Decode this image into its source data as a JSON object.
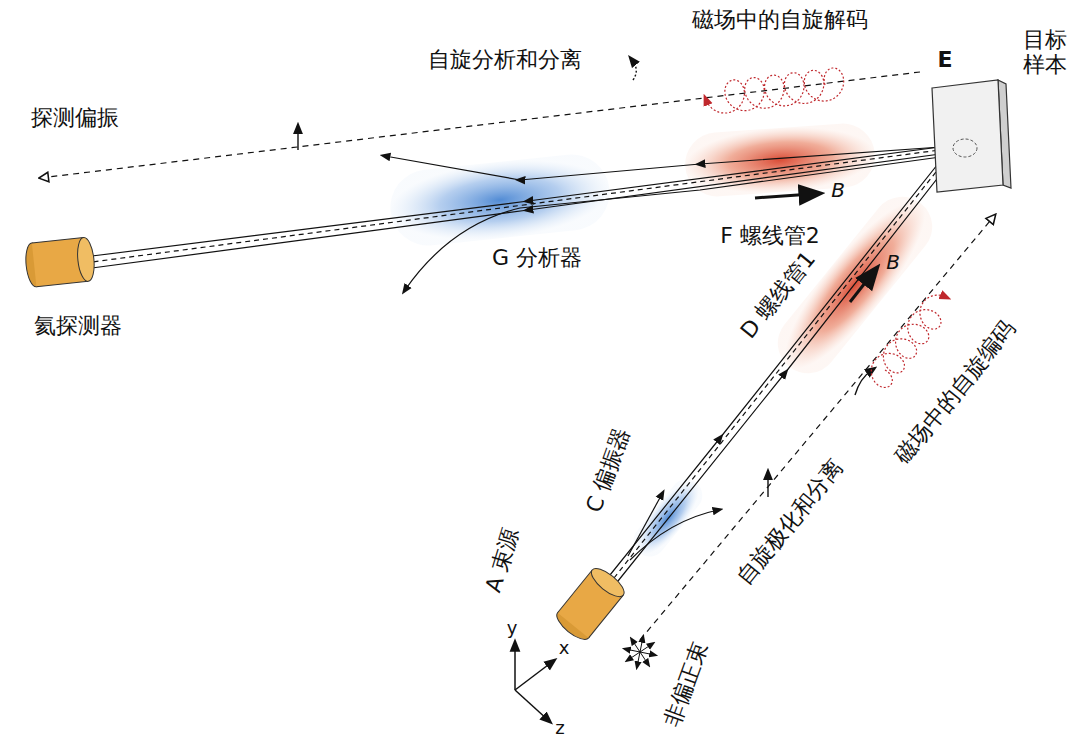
{
  "diagram": {
    "labels": [
      "自旋分析和分离",
      "磁场中的自旋解码",
      "E",
      "目标 样本",
      "探测偏振",
      "B",
      "F 螺线管2",
      "G 分析器",
      "氦探测器",
      "B",
      "D 螺线管1",
      "磁场中的自旋编码",
      "C 偏振器",
      "A 束源",
      "自旋极化和分离",
      "y",
      "x",
      "z",
      "非偏正束"
    ]
  }
}
